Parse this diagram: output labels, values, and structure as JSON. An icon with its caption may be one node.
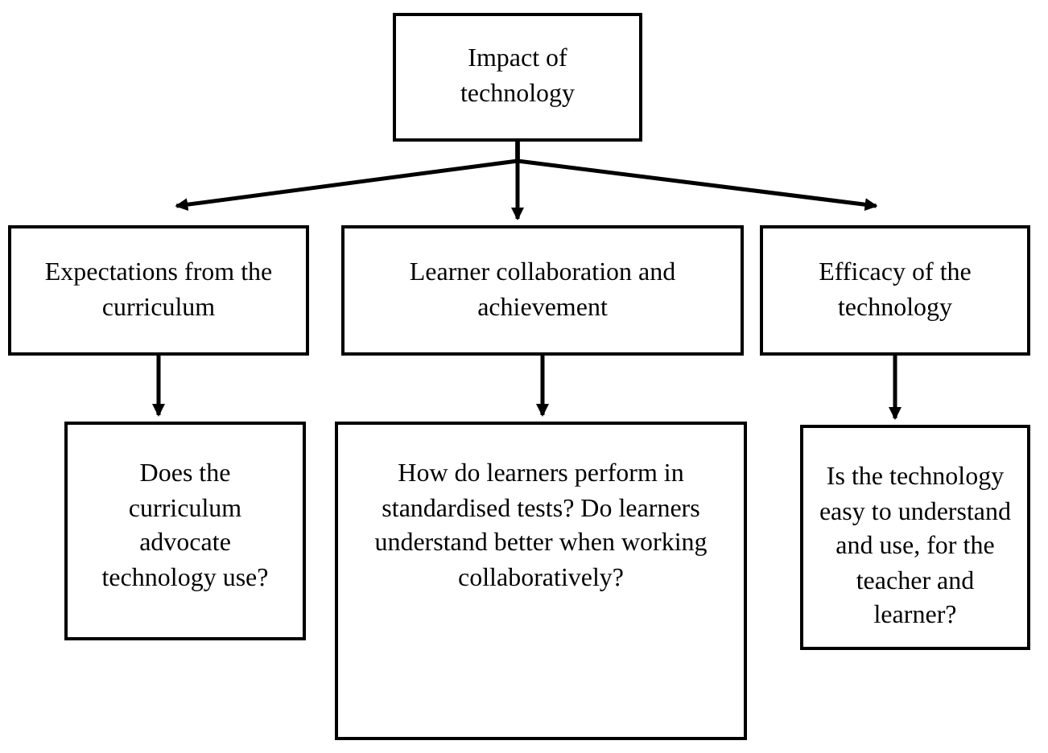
{
  "diagram": {
    "nodes": [
      {
        "text": [
          "Impact of technology"
        ]
      },
      {
        "text": [
          "Expectations from the curriculum"
        ]
      },
      {
        "text": [
          "Learner collaboration and achievement"
        ]
      },
      {
        "text": [
          "Efficacy of the technology"
        ]
      },
      {
        "text": [
          "Does the curriculum advocate technology use?"
        ]
      },
      {
        "text": [
          "How do learners perform in standardised tests? Do learners understand better when working collaboratively?"
        ]
      },
      {
        "text": [
          "Is the technology easy to understand and use, for the teacher and learner?"
        ]
      }
    ],
    "edges": [
      {
        "from": 0,
        "to": 1,
        "arrow": "to"
      },
      {
        "from": 0,
        "to": 2,
        "arrow": "to"
      },
      {
        "from": 0,
        "to": 3,
        "arrow": "to"
      },
      {
        "from": 1,
        "to": 4,
        "arrow": "to"
      },
      {
        "from": 2,
        "to": 5,
        "arrow": "to"
      },
      {
        "from": 3,
        "to": 6,
        "arrow": "to"
      }
    ]
  }
}
